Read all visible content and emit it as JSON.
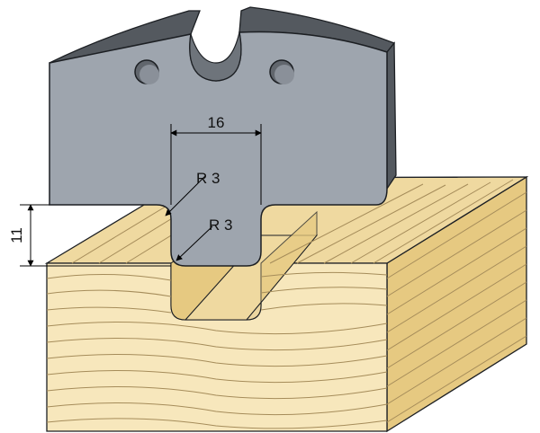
{
  "colors": {
    "blade_face": "#9ea5ae",
    "blade_edge": "#54595f",
    "blade_outline": "#1c1f23",
    "wood_face": "#f7e7bc",
    "wood_top": "#efd9a0",
    "wood_side": "#e6c981",
    "grain": "#a58c5a",
    "dimension_line": "#000000"
  },
  "dimensions": {
    "groove_width": "16",
    "groove_depth": "11",
    "upper_corner_radius": "R 3",
    "lower_corner_radius": "R 3"
  }
}
